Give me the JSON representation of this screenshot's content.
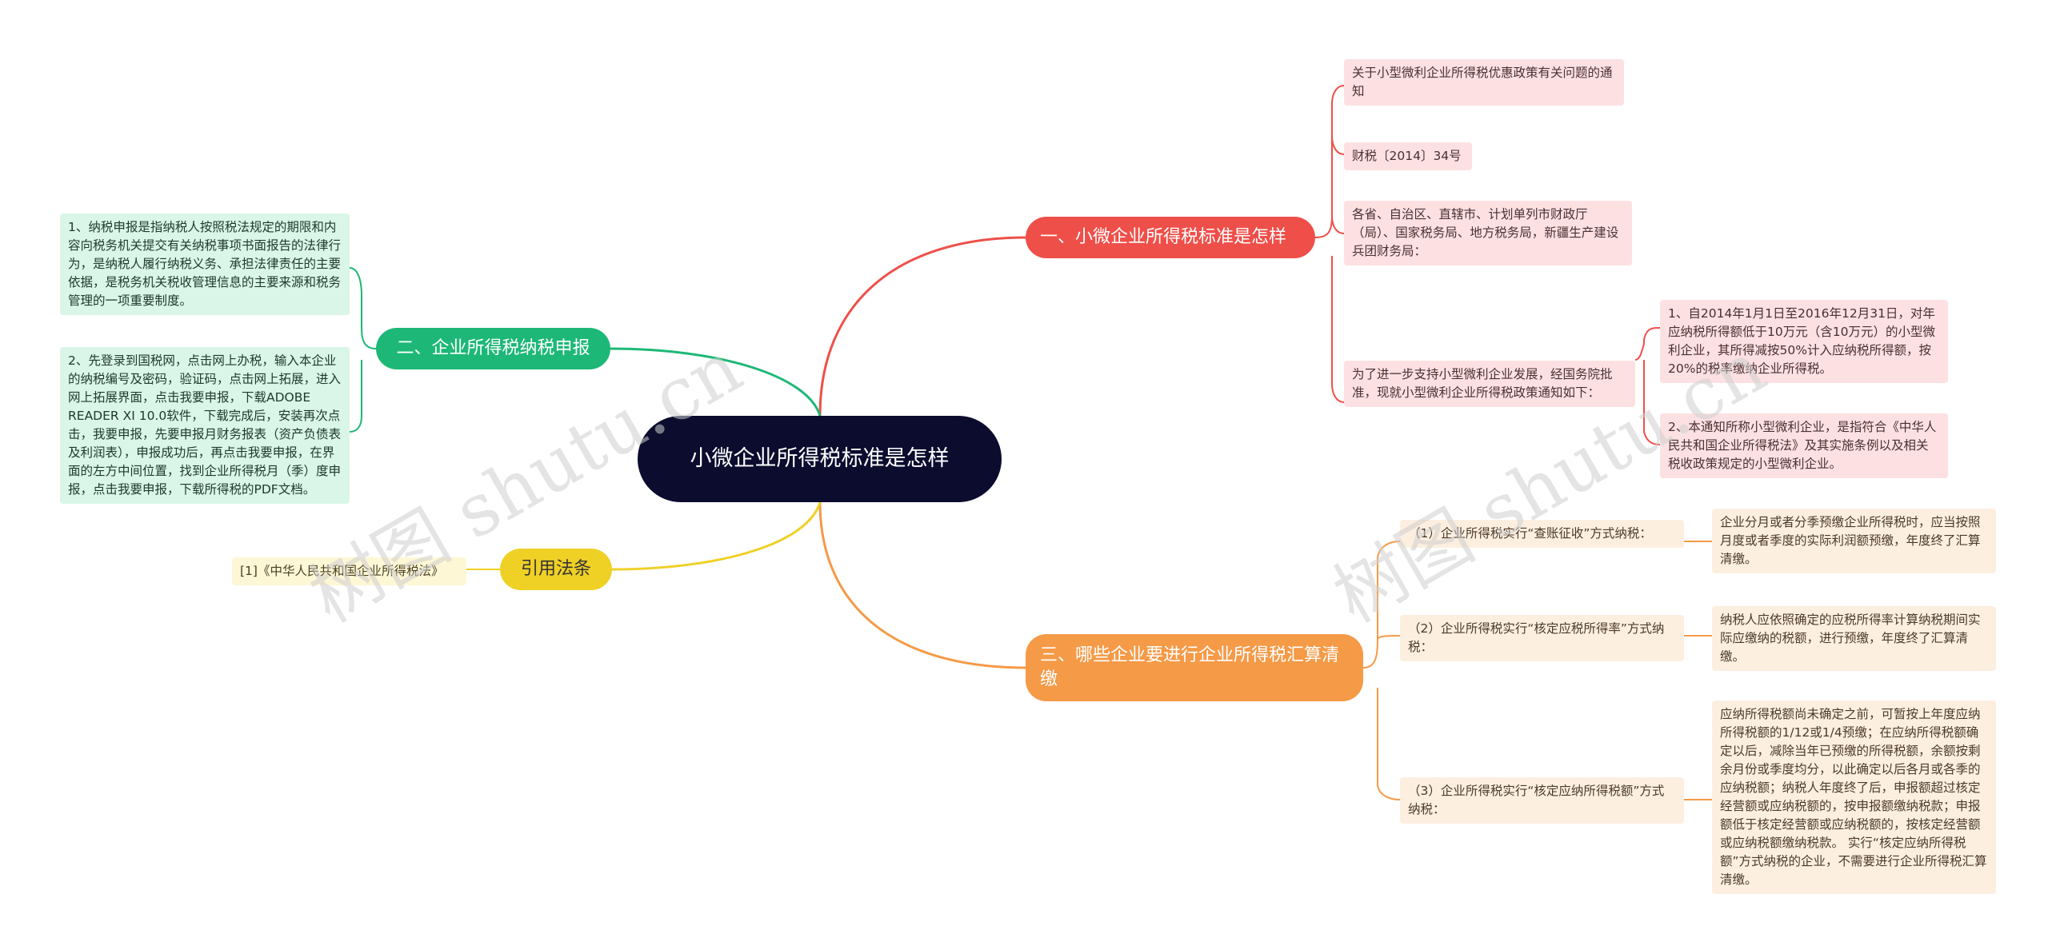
{
  "root": {
    "title": "小微企业所得税标准是怎样"
  },
  "branches": {
    "b1": {
      "label": "一、小微企业所得税标准是怎样",
      "color": "#ef4f49",
      "items": [
        "关于小型微利企业所得税优惠政策有关问题的通知",
        "财税〔2014〕34号",
        "各省、自治区、直辖市、计划单列市财政厅（局）、国家税务局、地方税务局，新疆生产建设兵团财务局：",
        "为了进一步支持小型微利企业发展，经国务院批准，现就小型微利企业所得税政策通知如下："
      ],
      "sub": [
        "1、自2014年1月1日至2016年12月31日，对年应纳税所得额低于10万元（含10万元）的小型微利企业，其所得减按50%计入应纳税所得额，按20%的税率缴纳企业所得税。",
        "2、本通知所称小型微利企业，是指符合《中华人民共和国企业所得税法》及其实施条例以及相关税收政策规定的小型微利企业。"
      ]
    },
    "b2": {
      "label": "二、企业所得税纳税申报",
      "color": "#1db877",
      "items": [
        "1、纳税申报是指纳税人按照税法规定的期限和内容向税务机关提交有关纳税事项书面报告的法律行为，是纳税人履行纳税义务、承担法律责任的主要依据，是税务机关税收管理信息的主要来源和税务管理的一项重要制度。",
        "2、先登录到国税网，点击网上办税，输入本企业的纳税编号及密码，验证码，点击网上拓展，进入网上拓展界面，点击我要申报，下载ADOBE READER XI 10.0软件，下载完成后，安装再次点击，我要申报，先要申报月财务报表（资产负债表及利润表），申报成功后，再点击我要申报，在界面的左方中间位置，找到企业所得税月（季）度申报，点击我要申报，下载所得税的PDF文档。"
      ]
    },
    "b3": {
      "label": "三、哪些企业要进行企业所得税汇算清缴",
      "color": "#f59a47",
      "items": [
        "（1）企业所得税实行“查账征收”方式纳税：",
        "（2）企业所得税实行“核定应税所得率”方式纳税：",
        "（3）企业所得税实行“核定应纳所得税额”方式纳税："
      ],
      "details": [
        "企业分月或者分季预缴企业所得税时，应当按照月度或者季度的实际利润额预缴，年度终了汇算清缴。",
        "纳税人应依照确定的应税所得率计算纳税期间实际应缴纳的税额，进行预缴，年度终了汇算清缴。",
        "应纳所得税额尚未确定之前，可暂按上年度应纳所得税额的1/12或1/4预缴；在应纳所得税额确定以后，减除当年已预缴的所得税额，余额按剩余月份或季度均分，以此确定以后各月或各季的应纳税额；纳税人年度终了后，申报额超过核定经营额或应纳税额的，按申报额缴纳税款；申报额低于核定经营额或应纳税额的，按核定经营额或应纳税额缴纳税款。 实行“核定应纳所得税额”方式纳税的企业，不需要进行企业所得税汇算清缴。"
      ]
    },
    "b4": {
      "label": "引用法条",
      "color": "#efd025",
      "items": [
        "[1]《中华人民共和国企业所得税法》"
      ]
    }
  },
  "watermarks": [
    "树图 shutu.cn",
    "树图 shutu.cn"
  ]
}
